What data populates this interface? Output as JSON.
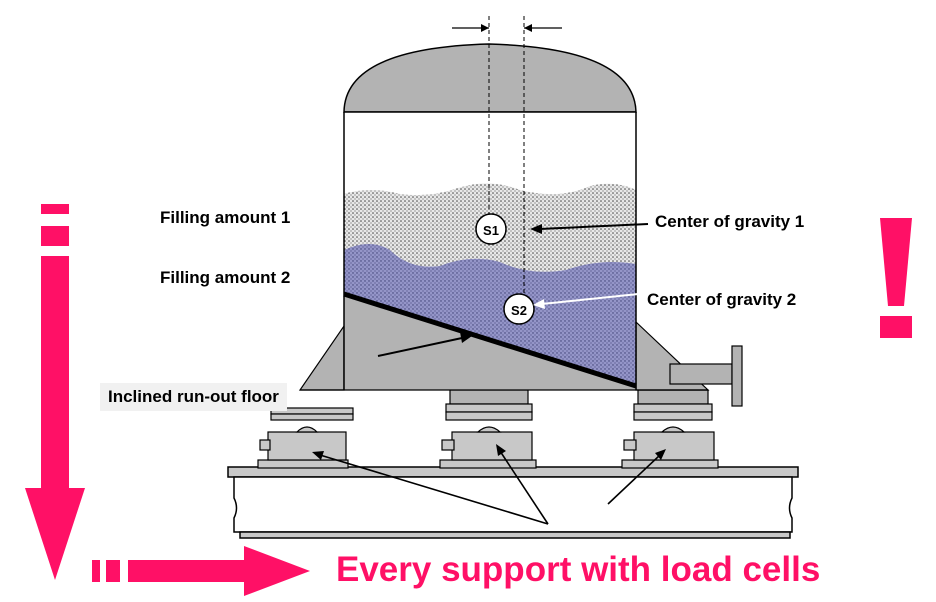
{
  "labels": {
    "filling_amount_1": "Filling amount 1",
    "filling_amount_2": "Filling amount 2",
    "center_of_gravity_1": "Center of gravity 1",
    "center_of_gravity_2": "Center of gravity 2",
    "inclined_floor": "Inclined run-out floor",
    "s1": "S1",
    "s2": "S2"
  },
  "headline": "Every support with load cells",
  "colors": {
    "accent": "#ff1066",
    "vessel": "#b3b3b3",
    "fill_1": "#d9d9d9",
    "fill_2": "#8e8fc0",
    "steel": "#c8c8c8"
  }
}
